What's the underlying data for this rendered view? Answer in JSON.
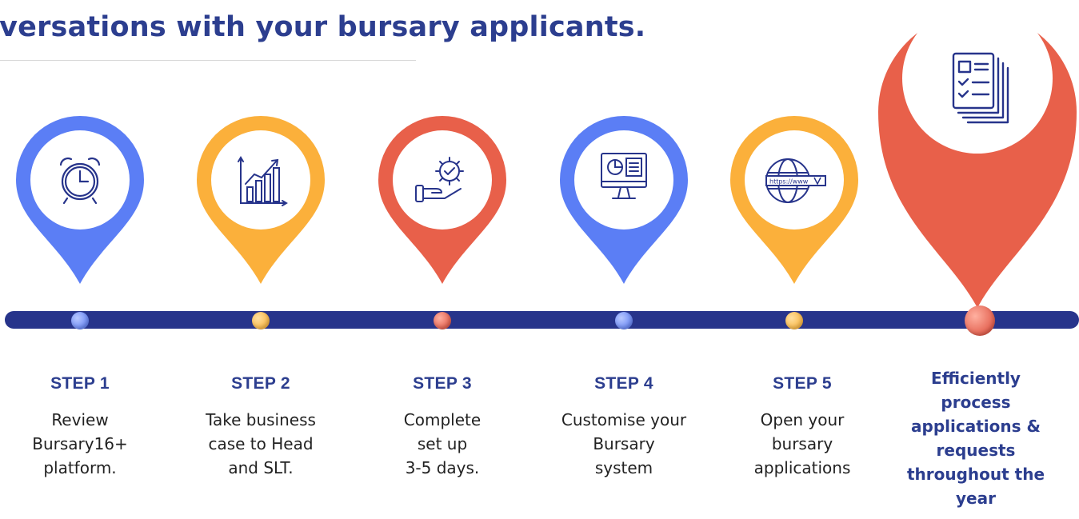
{
  "heading": {
    "title": "nversations with your bursary applicants."
  },
  "colors": {
    "blue": "#5b7ef5",
    "orange": "#fbb03b",
    "red": "#e8604a",
    "navy": "#27348b",
    "text_blue": "#2c3e8f"
  },
  "pins": [
    {
      "icon": "alarm-clock-icon",
      "color": "blue"
    },
    {
      "icon": "growth-chart-icon",
      "color": "orange"
    },
    {
      "icon": "hand-gear-icon",
      "color": "red"
    },
    {
      "icon": "computer-dashboard-icon",
      "color": "blue"
    },
    {
      "icon": "globe-url-icon",
      "color": "orange"
    },
    {
      "icon": "document-checklist-icon",
      "color": "red"
    }
  ],
  "steps": [
    {
      "label": "STEP 1",
      "lines": [
        "Review",
        "Bursary16+",
        "platform."
      ]
    },
    {
      "label": "STEP 2",
      "lines": [
        "Take business",
        "case to Head",
        "and SLT."
      ]
    },
    {
      "label": "STEP 3",
      "lines": [
        "Complete",
        "set up",
        "3-5 days."
      ]
    },
    {
      "label": "STEP 4",
      "lines": [
        "Customise your",
        "Bursary",
        "system"
      ]
    },
    {
      "label": "STEP 5",
      "lines": [
        "Open your",
        "bursary",
        "applications"
      ]
    }
  ],
  "final": {
    "lines": [
      "Efficiently",
      "process",
      "applications &",
      "requests",
      "throughout the",
      "year"
    ]
  }
}
